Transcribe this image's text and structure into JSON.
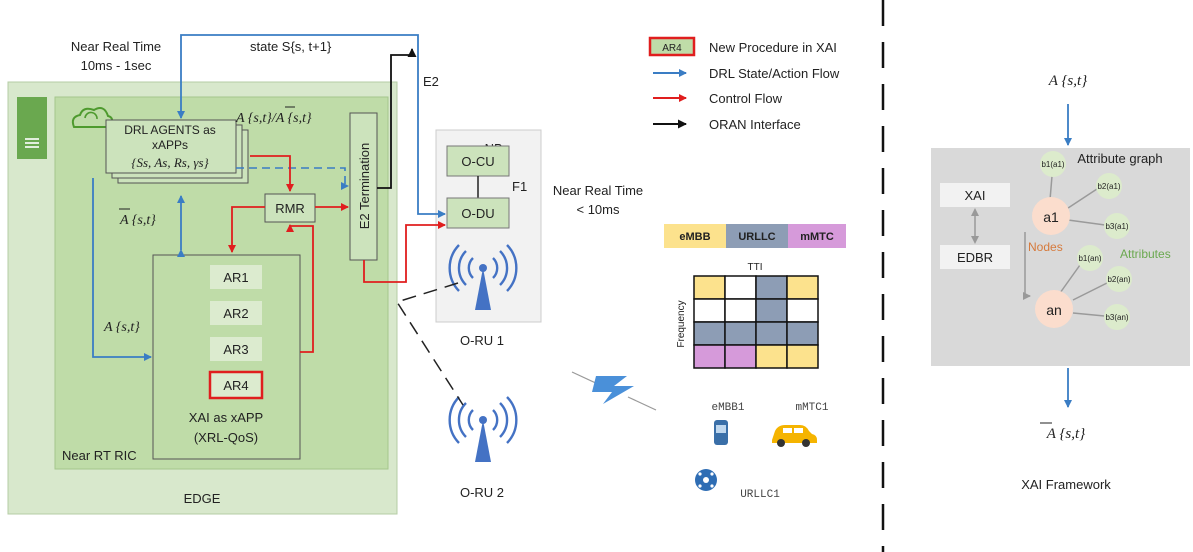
{
  "colors": {
    "blue_flow": "#3A7DC4",
    "control_flow": "#E01E1E",
    "oran_interface": "#111111",
    "edge_bg": "#D8E8CC",
    "ric_bg": "#BFDCA8",
    "box_green": "#CCE3BC",
    "embb": "#FCE28D",
    "urllc": "#8D9DB5",
    "mmtc": "#D69ADA",
    "xai_panel": "#D9D9D9",
    "node_fill": "#FBDDCD",
    "attr_fill": "#DCEBCC"
  },
  "labels": {
    "near_rt_top": [
      "Near Real Time",
      "10ms - 1sec"
    ],
    "state_label": "state S{s, t+1}",
    "e2": "E2",
    "drl_agents": [
      "DRL AGENTS as",
      "xAPPs"
    ],
    "drl_set": "{Ss, As, Rs, γs}",
    "a_over": "A {s,t}/A {s,t}",
    "a_bar_left": "A {s,t}",
    "a_left": "A {s,t}",
    "rmr": "RMR",
    "e2_termination": "E2 Termination",
    "ar": [
      "AR1",
      "AR2",
      "AR3",
      "AR4"
    ],
    "xai_xapp": [
      "XAI as xAPP",
      "(XRL-QoS)"
    ],
    "near_rt_ric": "Near RT RIC",
    "edge": "EDGE",
    "gnb": "gNB",
    "o_cu": "O-CU",
    "f1": "F1",
    "o_du": "O-DU",
    "o_ru1": "O-RU 1",
    "o_ru2": "O-RU 2",
    "near_rt_right": [
      "Near Real Time",
      "< 10ms"
    ]
  },
  "legend": [
    {
      "badge": "AR4",
      "text": "New Procedure in XAI"
    },
    {
      "text": "DRL State/Action Flow"
    },
    {
      "text": "Control Flow"
    },
    {
      "text": "ORAN Interface"
    }
  ],
  "slices": [
    "eMBB",
    "URLLC",
    "mMTC"
  ],
  "tti": {
    "title": "TTI",
    "axis": "Frequency",
    "grid": [
      [
        "embb",
        "blank",
        "urllc",
        "embb"
      ],
      [
        "blank",
        "blank",
        "urllc",
        "blank"
      ],
      [
        "urllc",
        "urllc",
        "urllc",
        "urllc"
      ],
      [
        "mmtc",
        "mmtc",
        "embb",
        "embb"
      ]
    ]
  },
  "users": {
    "embb": "eMBB1",
    "mmtc": "mMTC1",
    "urllc": "URLLC1"
  },
  "xai_framework": {
    "input": "A {s,t}",
    "output": "A {s,t}",
    "panel_title": "Attribute graph",
    "xai": "XAI",
    "edbr": "EDBR",
    "node_a1": "a1",
    "node_an": "an",
    "nodes_label": "Nodes",
    "attributes_label": "Attributes",
    "attrs_a1": [
      "b1(a1)",
      "b2(a1)",
      "b3(a1)"
    ],
    "attrs_an": [
      "b1(an)",
      "b2(an)",
      "b3(an)"
    ],
    "caption": "XAI Framework"
  }
}
